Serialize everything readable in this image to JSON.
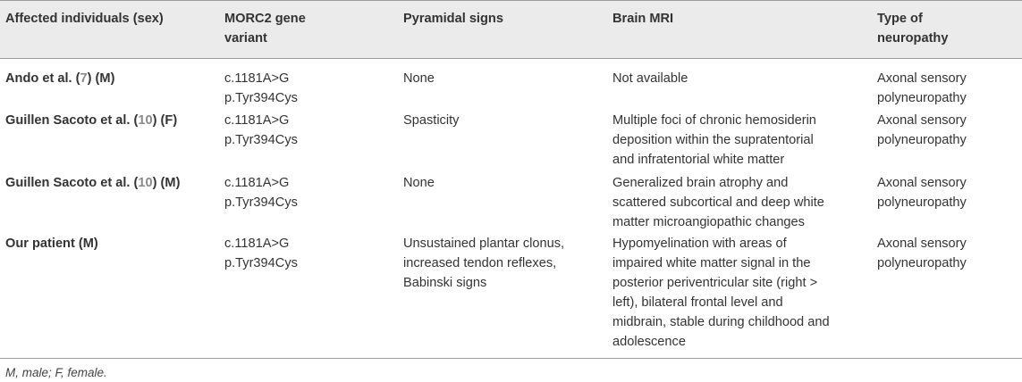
{
  "headers": [
    "Affected individuals (sex)",
    "MORC2 gene\nvariant",
    "Pyramidal signs",
    "Brain MRI",
    "Type of\nneuropathy"
  ],
  "rows": [
    {
      "individual": {
        "pre": "Ando et al. (",
        "ref": "7",
        "post": ") (M)"
      },
      "variant": "c.1181A>G\np.Tyr394Cys",
      "pyramidal": "None",
      "mri": "Not available",
      "neuropathy": "Axonal sensory\npolyneuropathy"
    },
    {
      "individual": {
        "pre": "Guillen Sacoto et al. (",
        "ref": "10",
        "post": ") (F)"
      },
      "variant": "c.1181A>G\np.Tyr394Cys",
      "pyramidal": "Spasticity",
      "mri": "Multiple foci of chronic hemosiderin\ndeposition within the supratentorial\nand infratentorial white matter",
      "neuropathy": "Axonal sensory\npolyneuropathy"
    },
    {
      "individual": {
        "pre": "Guillen Sacoto et al. (",
        "ref": "10",
        "post": ") (M)"
      },
      "variant": "c.1181A>G\np.Tyr394Cys",
      "pyramidal": "None",
      "mri": "Generalized brain atrophy and\nscattered subcortical and deep white\nmatter microangiopathic changes",
      "neuropathy": "Axonal sensory\npolyneuropathy"
    },
    {
      "individual": {
        "pre": "Our patient (M)",
        "ref": "",
        "post": ""
      },
      "variant": "c.1181A>G\np.Tyr394Cys",
      "pyramidal": "Unsustained plantar clonus,\nincreased tendon reflexes,\nBabinski signs",
      "mri": "Hypomyelination with areas of\nimpaired white matter signal in the\nposterior periventricular site (right >\nleft), bilateral frontal level and\nmidbrain, stable during childhood and\nadolescence",
      "neuropathy": "Axonal sensory\npolyneuropathy"
    }
  ],
  "footnote": "M, male; F, female."
}
